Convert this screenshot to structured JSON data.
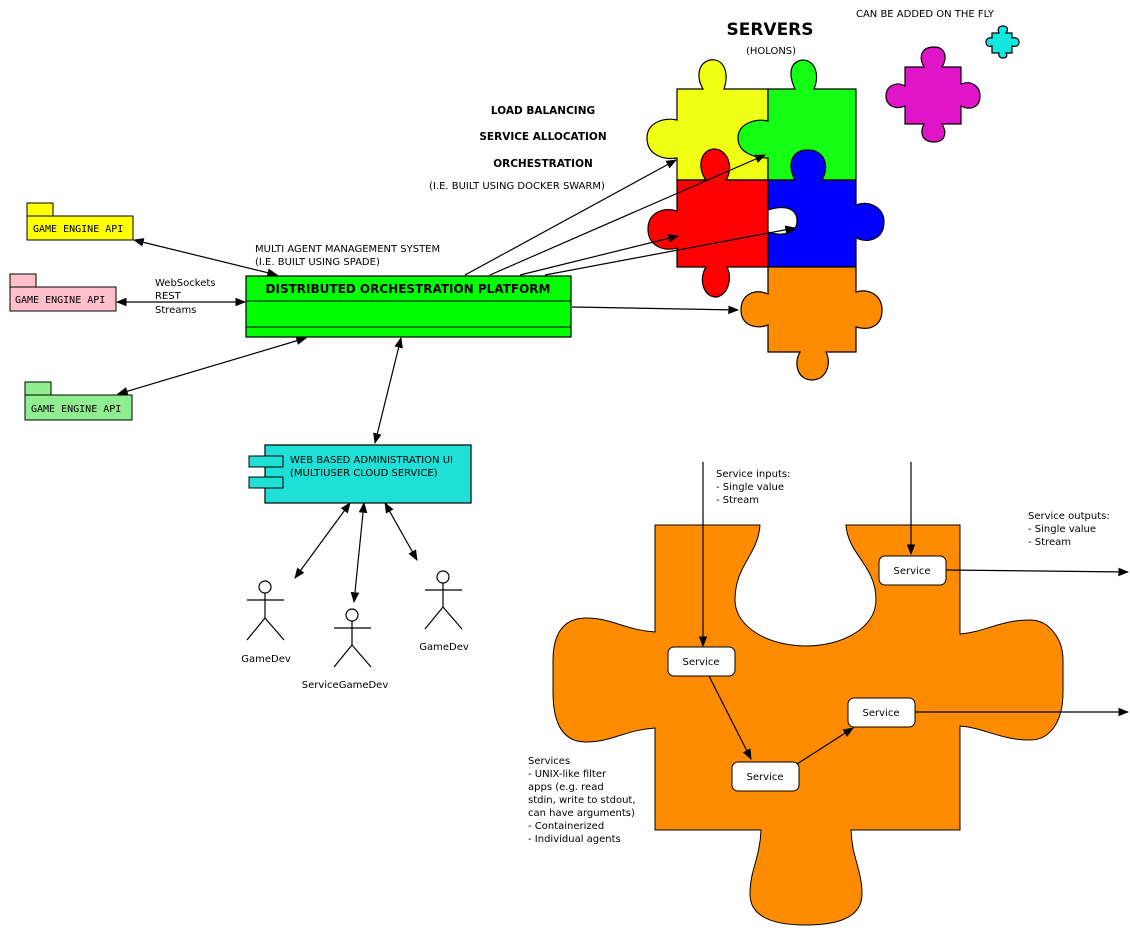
{
  "colors": {
    "yellow_api": "#ffff00",
    "pink_api": "#ffc0cb",
    "green_api": "#90ee90",
    "platform": "#00ff00",
    "admin_ui": "#1ee0d6",
    "piece_yellow": "#f0ff14",
    "piece_green": "#14ff14",
    "piece_red": "#ff0000",
    "piece_blue": "#0000ff",
    "piece_orange": "#ff8c00",
    "piece_magenta": "#e014c8",
    "piece_cyan": "#14e6e0",
    "big_piece": "#ff8c00"
  },
  "servers": {
    "title": "SERVERS",
    "subtitle": "(HOLONS)",
    "on_the_fly": "CAN BE ADDED ON THE FLY"
  },
  "orchestration_labels": {
    "load_balancing": "LOAD BALANCING",
    "service_allocation": "SERVICE ALLOCATION",
    "orchestration": "ORCHESTRATION",
    "docker_note": "(I.E. BUILT USING DOCKER SWARM)"
  },
  "mams": {
    "line1": "MULTI AGENT MANAGEMENT SYSTEM",
    "line2": "(I.E. BUILT USING SPADE)"
  },
  "platform": {
    "label": "DISTRIBUTED ORCHESTRATION PLATFORM"
  },
  "apis": [
    {
      "label": "GAME ENGINE API"
    },
    {
      "label": "GAME ENGINE API"
    },
    {
      "label": "GAME ENGINE API"
    }
  ],
  "protocols": [
    "WebSockets",
    "REST",
    "Streams"
  ],
  "admin_ui": {
    "line1": "WEB BASED ADMINISTRATION UI",
    "line2": "(MULTIUSER CLOUD SERVICE)"
  },
  "actors": [
    {
      "label": "GameDev"
    },
    {
      "label": "ServiceGameDev"
    },
    {
      "label": "GameDev"
    }
  ],
  "service_inputs": [
    "Service inputs:",
    "- Single value",
    "- Stream"
  ],
  "service_outputs": [
    "Service outputs:",
    "- Single value",
    "- Stream"
  ],
  "services_desc": [
    "Services",
    "- UNIX-like filter",
    "apps (e.g. read",
    "stdin, write to stdout,",
    "can have arguments)",
    "- Containerized",
    "- Individual agents"
  ],
  "service_boxes": [
    {
      "label": "Service"
    },
    {
      "label": "Service"
    },
    {
      "label": "Service"
    },
    {
      "label": "Service"
    }
  ]
}
